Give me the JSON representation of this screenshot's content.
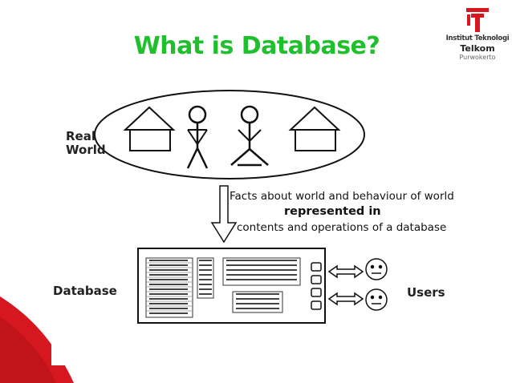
{
  "slide": {
    "title": "What is Database?",
    "title_color": "#1fbf2e"
  },
  "logo": {
    "line1": "Institut Teknologi",
    "line2": "Telkom",
    "line3": "Purwokerto",
    "accent_color": "#d7171f"
  },
  "diagram": {
    "real_world_line1": "Real",
    "real_world_line2": "World",
    "facts_line1": "Facts about world and behaviour of world",
    "facts_line2": "represented in",
    "facts_line3": "contents and operations of a database",
    "database_label": "Database",
    "users_label": "Users"
  }
}
